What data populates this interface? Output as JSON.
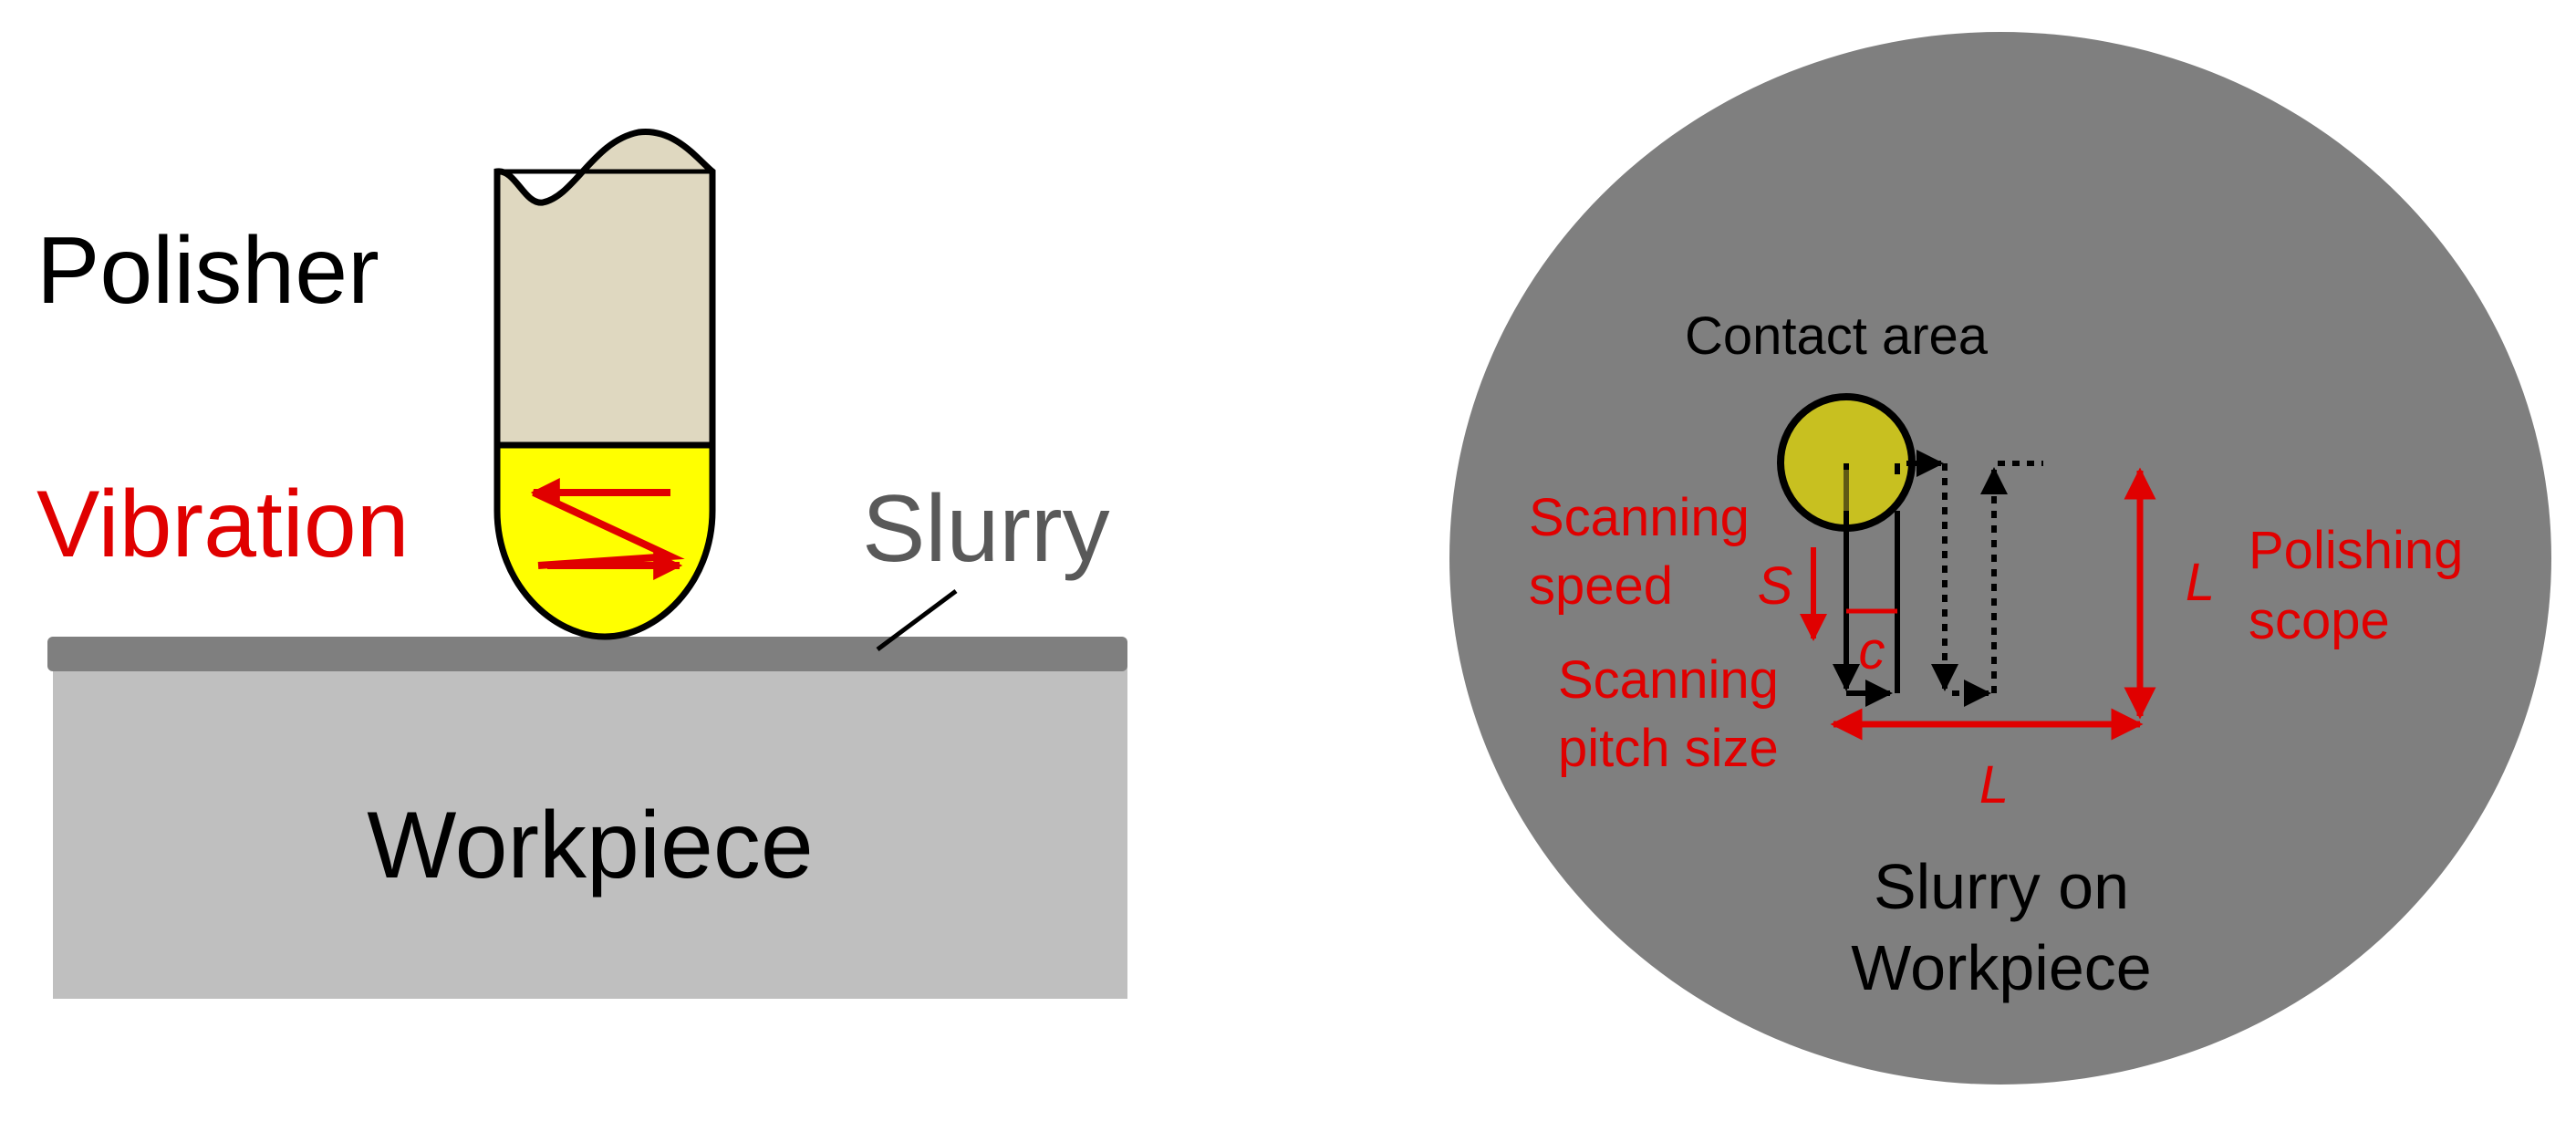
{
  "left_panel": {
    "polisher_label": "Polisher",
    "vibration_label": "Vibration",
    "slurry_label": "Slurry",
    "workpiece_label": "Workpiece"
  },
  "right_panel": {
    "contact_area_label": "Contact area",
    "scanning_speed_label_line1": "Scanning",
    "scanning_speed_label_line2": "speed",
    "speed_symbol": "S",
    "scanning_pitch_label_line1": "Scanning",
    "scanning_pitch_label_line2": "pitch size",
    "pitch_symbol": "c",
    "scope_symbol_vertical": "L",
    "scope_symbol_horizontal": "L",
    "polishing_scope_line1": "Polishing",
    "polishing_scope_line2": "scope",
    "slurry_on_line1": "Slurry on",
    "slurry_on_line2": "Workpiece"
  },
  "colors": {
    "accent_red": "#e00000",
    "polisher_body": "#dfd8c0",
    "polisher_tip": "#ffff00",
    "slurry_layer": "#7f7f7f",
    "workpiece": "#bfbfbf",
    "disk": "#7f7f7f",
    "contact_area": "#c8c020",
    "label_gray": "#595959"
  }
}
